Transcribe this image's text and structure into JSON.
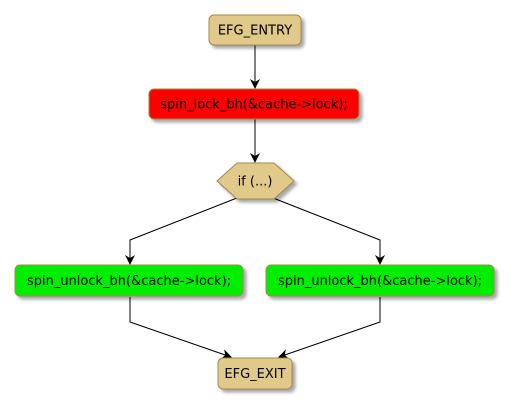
{
  "nodes": {
    "entry": {
      "label": "EFG_ENTRY"
    },
    "lock": {
      "label": "spin_lock_bh(&cache->lock);"
    },
    "decision": {
      "label": "if (...)"
    },
    "unlock_left": {
      "label": "spin_unlock_bh(&cache->lock);"
    },
    "unlock_right": {
      "label": "spin_unlock_bh(&cache->lock);"
    },
    "exit": {
      "label": "EFG_EXIT"
    }
  },
  "colors": {
    "terminal_fill": "#E0C989",
    "lock_fill": "#FF0000",
    "unlock_fill": "#00EE00",
    "decision_fill": "#E0C989",
    "border": "#A08A4C",
    "edge": "#000000"
  }
}
